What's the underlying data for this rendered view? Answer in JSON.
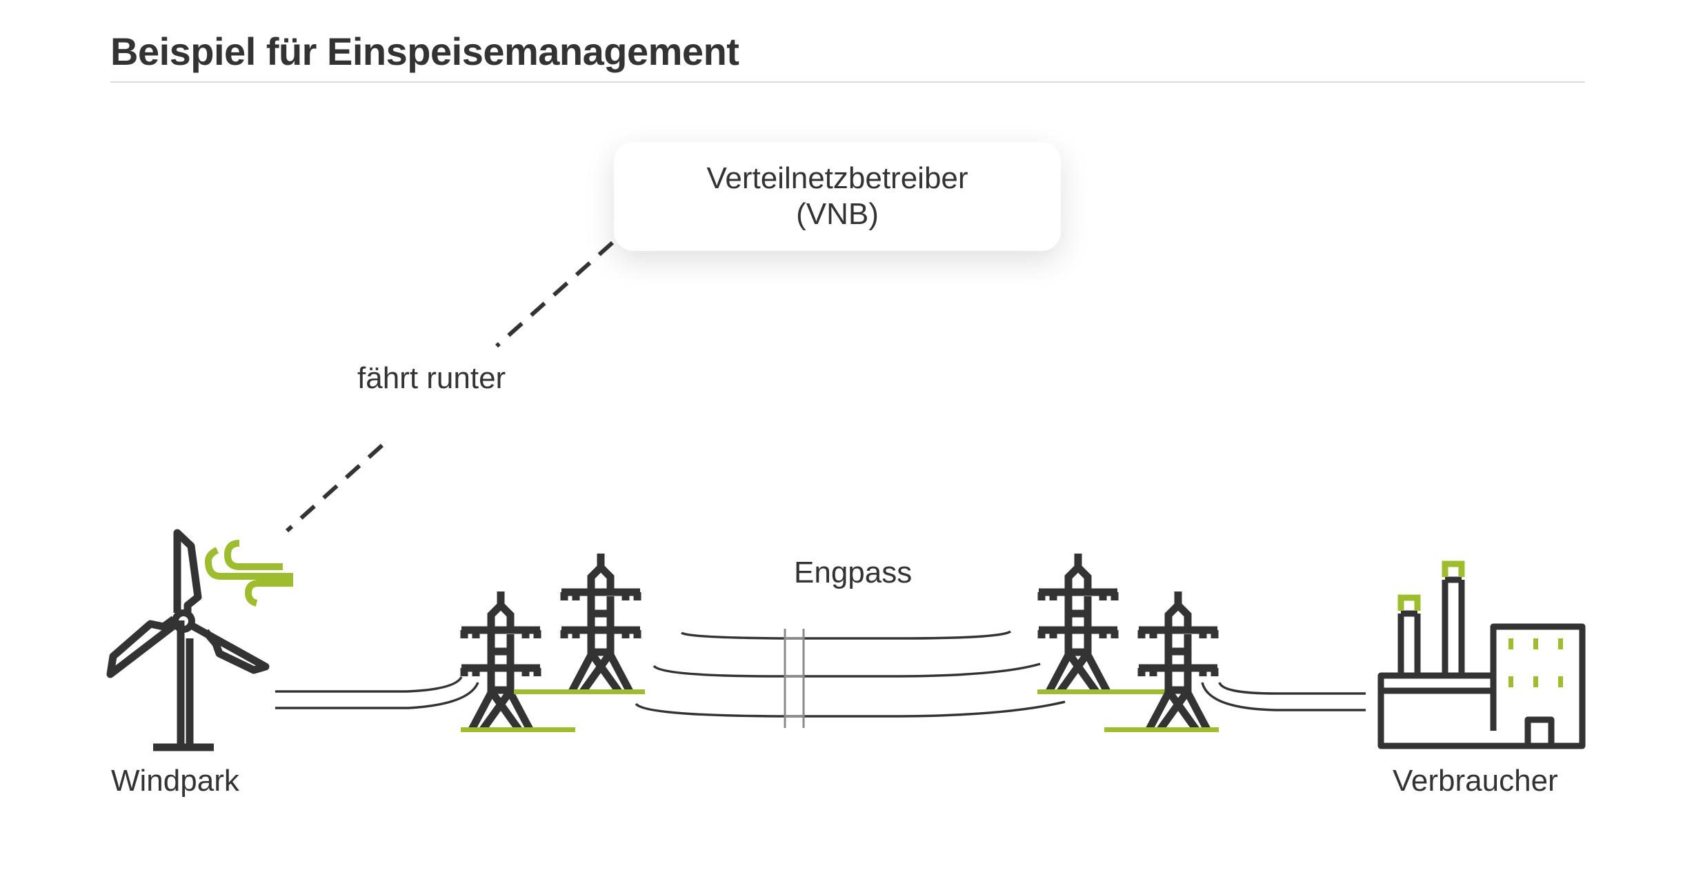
{
  "title": "Beispiel für Einspeisemanagement",
  "vnb_box": {
    "line1": "Verteilnetzbetreiber",
    "line2": "(VNB)"
  },
  "labels": {
    "action": "fährt runter",
    "bottleneck": "Engpass",
    "source": "Windpark",
    "consumer": "Verbraucher"
  },
  "colors": {
    "ink": "#333333",
    "accent_green": "#9dbd2f",
    "divider": "#d9d9d9",
    "bottleneck_marker": "#8a8a8a"
  },
  "icons": [
    "wind-turbine-icon",
    "wind-gust-icon",
    "power-pylon-icon",
    "factory-icon"
  ]
}
